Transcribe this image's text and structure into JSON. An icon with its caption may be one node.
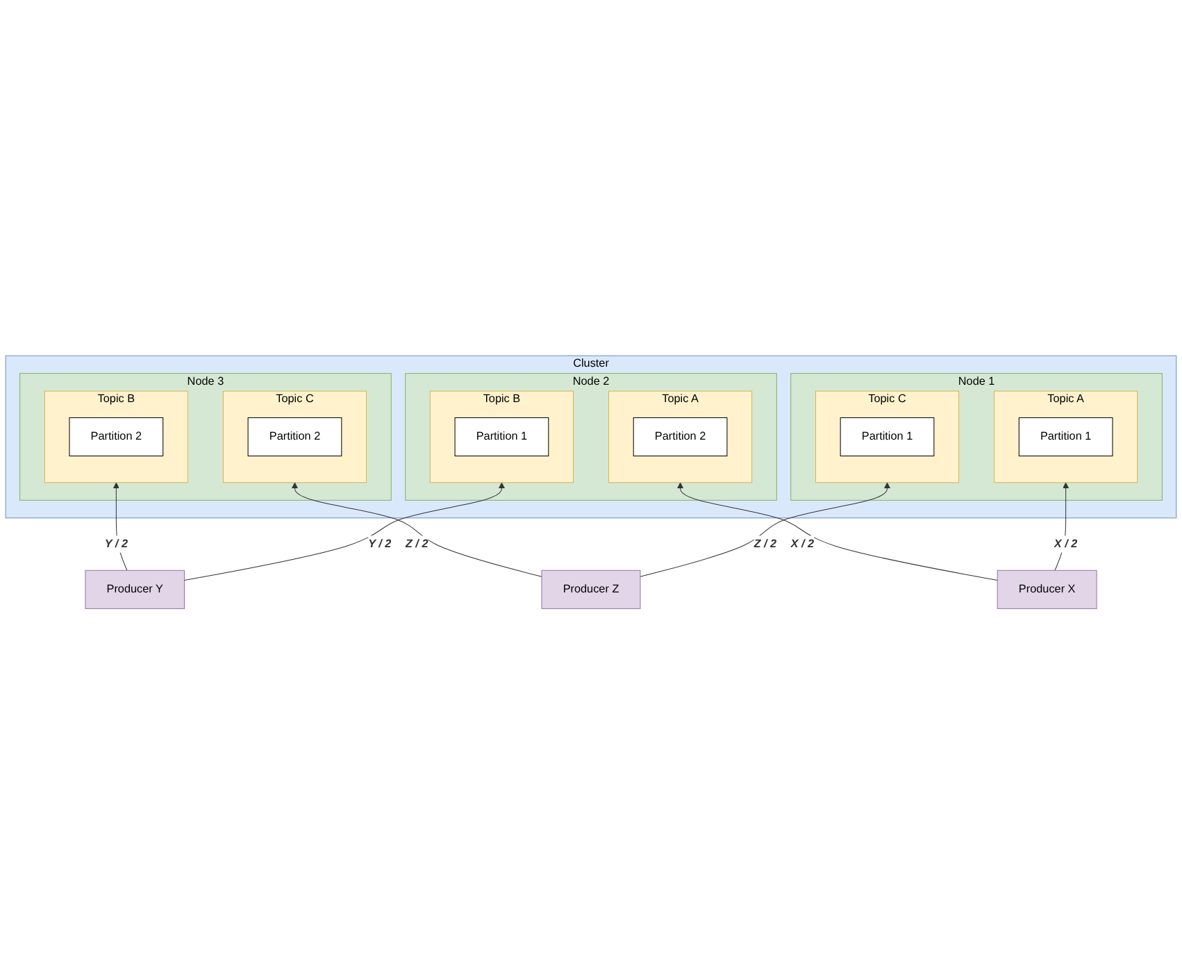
{
  "diagram": {
    "nodes": [
      {
        "text": [
          "Cluster"
        ]
      },
      {
        "text": [
          "Node 1"
        ],
        "in": 0
      },
      {
        "text": [
          "Topic A"
        ],
        "in": 1
      },
      {
        "text": [
          "Partition 1"
        ],
        "in": 2
      },
      {
        "text": [
          "Topic C"
        ],
        "in": 1
      },
      {
        "text": [
          "Partition 1"
        ],
        "in": 4
      },
      {
        "text": [
          "Node 2"
        ],
        "in": 0
      },
      {
        "text": [
          "Topic A"
        ],
        "in": 6
      },
      {
        "text": [
          "Partition 2"
        ],
        "in": 7
      },
      {
        "text": [
          "Topic B"
        ],
        "in": 6
      },
      {
        "text": [
          "Partition 1"
        ],
        "in": 9
      },
      {
        "text": [
          "Node 3"
        ],
        "in": 0
      },
      {
        "text": [
          "Topic B"
        ],
        "in": 11
      },
      {
        "text": [
          "Partition 2"
        ],
        "in": 12
      },
      {
        "text": [
          "Topic C"
        ],
        "in": 11
      },
      {
        "text": [
          "Partition 2"
        ],
        "in": 14
      },
      {
        "text": [
          "Producer X"
        ]
      },
      {
        "text": [
          "Producer Y"
        ]
      },
      {
        "text": [
          "Producer Z"
        ]
      }
    ],
    "edges": [
      {
        "from": 16,
        "to": 2,
        "arrow": "to",
        "label": "X / 2"
      },
      {
        "from": 16,
        "to": 7,
        "arrow": "to",
        "label": "X / 2"
      },
      {
        "from": 17,
        "to": 9,
        "arrow": "to",
        "label": "Y / 2"
      },
      {
        "from": 17,
        "to": 12,
        "arrow": "to",
        "label": "Y / 2"
      },
      {
        "from": 18,
        "to": 4,
        "arrow": "to",
        "label": "Z / 2"
      },
      {
        "from": 18,
        "to": 14,
        "arrow": "to",
        "label": "Z / 2"
      }
    ]
  }
}
